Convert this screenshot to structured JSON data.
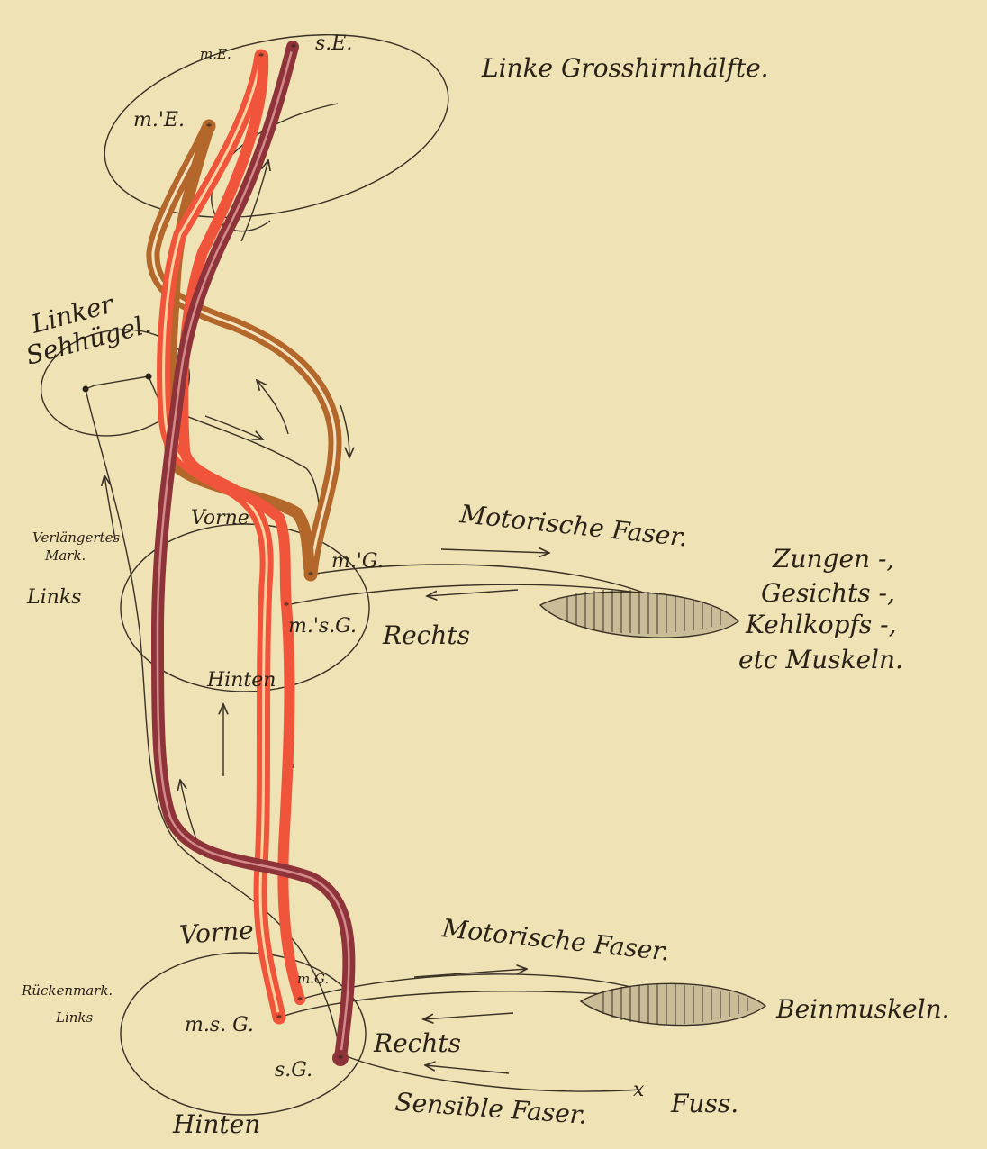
{
  "colors": {
    "background": "#efe2b4",
    "ink": "#3a3026",
    "red_fiber": "#f0543a",
    "orange_fiber": "#b3672a",
    "dark_red_fiber": "#8e3339"
  },
  "labels": {
    "cortex": "Linke Grosshirnhälfte.",
    "mE": "m.E.",
    "sE": "s.E.",
    "m2E": "m.'E.",
    "thalamus_1": "Linker",
    "thalamus_2": "Sehhügel.",
    "medulla_1": "Verlängertes",
    "medulla_2": "Mark.",
    "links_upper": "Links",
    "vorne_upper": "Vorne",
    "hinten_upper": "Hinten",
    "mG_upper": "m.'G.",
    "msG_upper": "m.'s.G.",
    "rechts_upper": "Rechts",
    "motor_fiber_upper": "Motorische Faser.",
    "muscles_1": "Zungen -,",
    "muscles_2": "Gesichts -,",
    "muscles_3": "Kehlkopfs -,",
    "muscles_4": "etc Muskeln.",
    "vorne_lower": "Vorne",
    "spinal_1": "Rückenmark.",
    "spinal_2": "Links",
    "mG_lower": "m.G.",
    "msG_lower": "m.s. G.",
    "sG_lower": "s.G.",
    "rechts_lower": "Rechts",
    "motor_fiber_lower": "Motorische Faser.",
    "leg_muscles": "Beinmuskeln.",
    "sensory_fiber": "Sensible Faser.",
    "foot_marker": "x",
    "foot": "Fuss.",
    "hinten_lower": "Hinten"
  }
}
